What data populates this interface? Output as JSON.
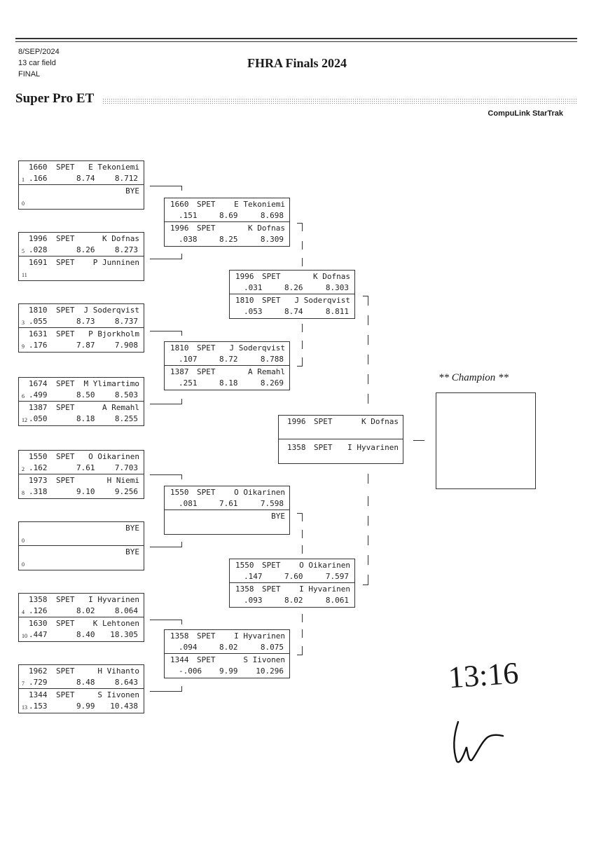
{
  "header": {
    "date": "8/SEP/2024",
    "field": "13 car field",
    "stage": "FINAL",
    "event_title": "FHRA Finals 2024",
    "class_title": "Super Pro ET",
    "system": "CompuLink StarTrak"
  },
  "round1": [
    {
      "lanes": [
        {
          "num": "1660",
          "cls": "SPET",
          "name": "E Tekoniemi",
          "seed": "1",
          "rt": ".166",
          "et": "8.74",
          "speed": "8.712"
        },
        {
          "num": "",
          "cls": "",
          "name": "BYE",
          "seed": "0",
          "rt": "",
          "et": "",
          "speed": ""
        }
      ]
    },
    {
      "lanes": [
        {
          "num": "1996",
          "cls": "SPET",
          "name": "K Dofnas",
          "seed": "5",
          "rt": ".028",
          "et": "8.26",
          "speed": "8.273"
        },
        {
          "num": "1691",
          "cls": "SPET",
          "name": "P Junninen",
          "seed": "11",
          "rt": "",
          "et": "",
          "speed": ""
        }
      ]
    },
    {
      "lanes": [
        {
          "num": "1810",
          "cls": "SPET",
          "name": "J Soderqvist",
          "seed": "3",
          "rt": ".055",
          "et": "8.73",
          "speed": "8.737"
        },
        {
          "num": "1631",
          "cls": "SPET",
          "name": "P Bjorkholm",
          "seed": "9",
          "rt": ".176",
          "et": "7.87",
          "speed": "7.908"
        }
      ]
    },
    {
      "lanes": [
        {
          "num": "1674",
          "cls": "SPET",
          "name": "M Ylimartimo",
          "seed": "6",
          "rt": ".499",
          "et": "8.50",
          "speed": "8.503"
        },
        {
          "num": "1387",
          "cls": "SPET",
          "name": "A Remahl",
          "seed": "12",
          "rt": ".050",
          "et": "8.18",
          "speed": "8.255"
        }
      ]
    },
    {
      "lanes": [
        {
          "num": "1550",
          "cls": "SPET",
          "name": "O Oikarinen",
          "seed": "2",
          "rt": ".162",
          "et": "7.61",
          "speed": "7.703"
        },
        {
          "num": "1973",
          "cls": "SPET",
          "name": "H Niemi",
          "seed": "8",
          "rt": ".318",
          "et": "9.10",
          "speed": "9.256"
        }
      ]
    },
    {
      "lanes": [
        {
          "num": "",
          "cls": "",
          "name": "BYE",
          "seed": "0",
          "rt": "",
          "et": "",
          "speed": ""
        },
        {
          "num": "",
          "cls": "",
          "name": "BYE",
          "seed": "0",
          "rt": "",
          "et": "",
          "speed": ""
        }
      ]
    },
    {
      "lanes": [
        {
          "num": "1358",
          "cls": "SPET",
          "name": "I Hyvarinen",
          "seed": "4",
          "rt": ".126",
          "et": "8.02",
          "speed": "8.064"
        },
        {
          "num": "1630",
          "cls": "SPET",
          "name": "K Lehtonen",
          "seed": "10",
          "rt": ".447",
          "et": "8.40",
          "speed": "18.305"
        }
      ]
    },
    {
      "lanes": [
        {
          "num": "1962",
          "cls": "SPET",
          "name": "H Vihanto",
          "seed": "7",
          "rt": ".729",
          "et": "8.48",
          "speed": "8.643"
        },
        {
          "num": "1344",
          "cls": "SPET",
          "name": "S Iivonen",
          "seed": "13",
          "rt": ".153",
          "et": "9.99",
          "speed": "10.438"
        }
      ]
    }
  ],
  "round2": [
    {
      "lanes": [
        {
          "num": "1660",
          "cls": "SPET",
          "name": "E Tekoniemi",
          "rt": ".151",
          "et": "8.69",
          "speed": "8.698"
        },
        {
          "num": "1996",
          "cls": "SPET",
          "name": "K Dofnas",
          "rt": ".038",
          "et": "8.25",
          "speed": "8.309"
        }
      ]
    },
    {
      "lanes": [
        {
          "num": "1810",
          "cls": "SPET",
          "name": "J Soderqvist",
          "rt": ".107",
          "et": "8.72",
          "speed": "8.788"
        },
        {
          "num": "1387",
          "cls": "SPET",
          "name": "A Remahl",
          "rt": ".251",
          "et": "8.18",
          "speed": "8.269"
        }
      ]
    },
    {
      "lanes": [
        {
          "num": "1550",
          "cls": "SPET",
          "name": "O Oikarinen",
          "rt": ".081",
          "et": "7.61",
          "speed": "7.598"
        },
        {
          "num": "",
          "cls": "",
          "name": "BYE",
          "rt": "",
          "et": "",
          "speed": ""
        }
      ]
    },
    {
      "lanes": [
        {
          "num": "1358",
          "cls": "SPET",
          "name": "I Hyvarinen",
          "rt": ".094",
          "et": "8.02",
          "speed": "8.075"
        },
        {
          "num": "1344",
          "cls": "SPET",
          "name": "S Iivonen",
          "rt": "-.006",
          "et": "9.99",
          "speed": "10.296"
        }
      ]
    }
  ],
  "round3": [
    {
      "lanes": [
        {
          "num": "1996",
          "cls": "SPET",
          "name": "K Dofnas",
          "rt": ".031",
          "et": "8.26",
          "speed": "8.303"
        },
        {
          "num": "1810",
          "cls": "SPET",
          "name": "J Soderqvist",
          "rt": ".053",
          "et": "8.74",
          "speed": "8.811"
        }
      ]
    },
    {
      "lanes": [
        {
          "num": "1550",
          "cls": "SPET",
          "name": "O Oikarinen",
          "rt": ".147",
          "et": "7.60",
          "speed": "7.597"
        },
        {
          "num": "1358",
          "cls": "SPET",
          "name": "I Hyvarinen",
          "rt": ".093",
          "et": "8.02",
          "speed": "8.061"
        }
      ]
    }
  ],
  "final": {
    "lanes": [
      {
        "num": "1996",
        "cls": "SPET",
        "name": "K Dofnas"
      },
      {
        "num": "1358",
        "cls": "SPET",
        "name": "I Hyvarinen"
      }
    ]
  },
  "champion_label": "** Champion **",
  "handwritten": {
    "time": "13:16"
  }
}
